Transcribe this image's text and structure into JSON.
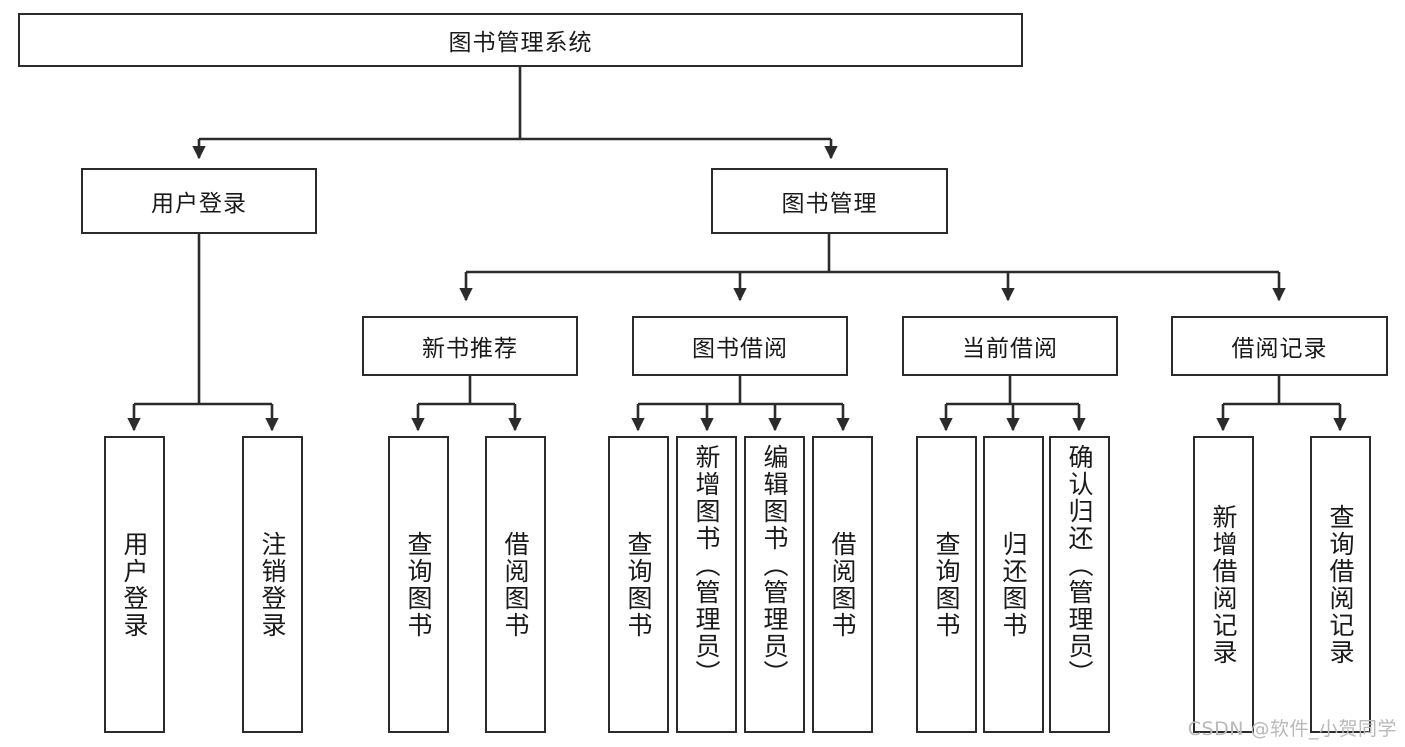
{
  "diagram": {
    "title": "图书管理系统",
    "type": "tree",
    "watermark": "CSDN @软件_小贺同学",
    "colors": {
      "box_border": "#2b2b2b",
      "box_fill": "#ffffff",
      "edge": "#2b2b2b",
      "text": "#1a1a1a",
      "watermark": "#b9b9b9",
      "background": "#ffffff"
    },
    "nodes": {
      "root": {
        "label": "图书管理系统"
      },
      "level2": [
        {
          "id": "user-login",
          "label": "用户登录"
        },
        {
          "id": "book-manage",
          "label": "图书管理"
        }
      ],
      "level3": [
        {
          "id": "new-book-recommend",
          "label": "新书推荐"
        },
        {
          "id": "book-borrow",
          "label": "图书借阅"
        },
        {
          "id": "current-borrow",
          "label": "当前借阅"
        },
        {
          "id": "borrow-record",
          "label": "借阅记录"
        }
      ],
      "leaves": [
        {
          "id": "leaf-user-login",
          "label": "用户登录",
          "parent": "user-login"
        },
        {
          "id": "leaf-user-logout",
          "label": "注销登录",
          "parent": "user-login"
        },
        {
          "id": "leaf-query-book-1",
          "label": "查询图书",
          "parent": "new-book-recommend"
        },
        {
          "id": "leaf-borrow-book-1",
          "label": "借阅图书",
          "parent": "new-book-recommend"
        },
        {
          "id": "leaf-query-book-2",
          "label": "查询图书",
          "parent": "book-borrow"
        },
        {
          "id": "leaf-add-book",
          "label": "新增图书（管理员）",
          "parent": "book-borrow"
        },
        {
          "id": "leaf-edit-book",
          "label": "编辑图书（管理员）",
          "parent": "book-borrow"
        },
        {
          "id": "leaf-borrow-book-2",
          "label": "借阅图书",
          "parent": "book-borrow"
        },
        {
          "id": "leaf-query-book-3",
          "label": "查询图书",
          "parent": "current-borrow"
        },
        {
          "id": "leaf-return-book",
          "label": "归还图书",
          "parent": "current-borrow"
        },
        {
          "id": "leaf-confirm-return",
          "label": "确认归还（管理员）",
          "parent": "current-borrow"
        },
        {
          "id": "leaf-add-record",
          "label": "新增借阅记录",
          "parent": "borrow-record"
        },
        {
          "id": "leaf-query-record",
          "label": "查询借阅记录",
          "parent": "borrow-record"
        }
      ]
    }
  }
}
